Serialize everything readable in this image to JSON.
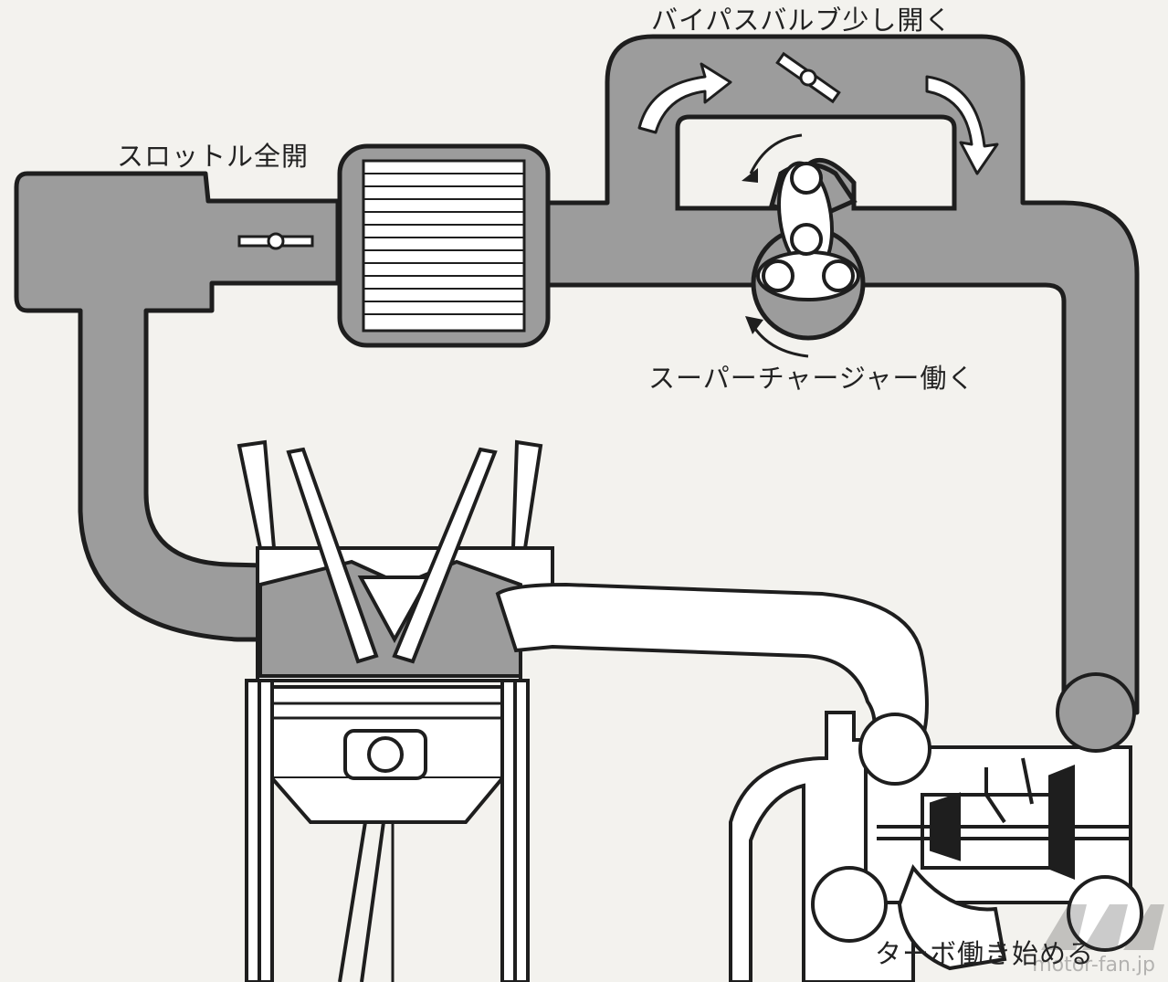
{
  "labels": {
    "bypass_valve": "バイパスバルブ少し開く",
    "throttle": "スロットル全開",
    "supercharger": "スーパーチャージャー働く",
    "turbo": "ターボ働き始める"
  },
  "watermark": "motor-fan.jp",
  "colors": {
    "duct_fill": "#9c9c9c",
    "line": "#1e1e1e",
    "background": "#f3f2ee",
    "part_fill": "#ffffff"
  }
}
